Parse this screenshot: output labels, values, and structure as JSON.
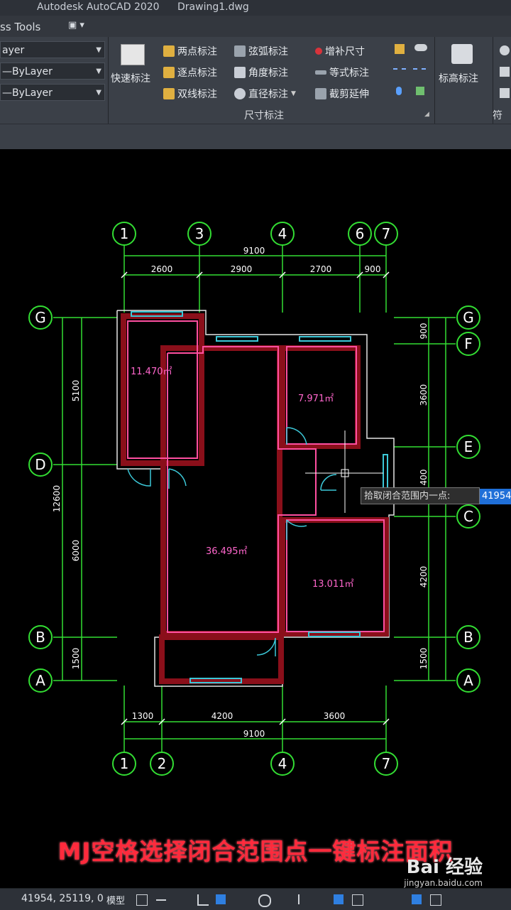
{
  "titlebar": {
    "app": "Autodesk AutoCAD 2020",
    "file": "Drawing1.dwg"
  },
  "tabbar": {
    "tab": "ss Tools",
    "workspace_icon": "workspace-switch-icon"
  },
  "layers": {
    "row1": "ayer",
    "row2": "—ByLayer",
    "row3": "—ByLayer"
  },
  "ribbon": {
    "quick_dim": "快速标注",
    "two_point": "两点标注",
    "arc_len": "弦弧标注",
    "add_dim": "增补尺寸",
    "point_by_point": "逐点标注",
    "angle": "角度标注",
    "equal": "等式标注",
    "dbl_line": "双线标注",
    "radius": "直径标注",
    "extend": "截剪延伸",
    "elev": "标高标注",
    "panel": "尺寸标注",
    "panel2": "符号"
  },
  "drawing": {
    "axes_top": [
      "1",
      "3",
      "4",
      "6",
      "7"
    ],
    "axes_bottom": [
      "1",
      "2",
      "4",
      "7"
    ],
    "axes_left": [
      "G",
      "D",
      "B",
      "A"
    ],
    "axes_right": [
      "G",
      "F",
      "E",
      "C",
      "B",
      "A"
    ],
    "top_total": "9100",
    "top_dims": [
      "2600",
      "2900",
      "2700",
      "900"
    ],
    "bottom_dims": [
      "1300",
      "4200",
      "3600"
    ],
    "bottom_total": "9100",
    "left_dims": [
      "5100",
      "6000",
      "1500"
    ],
    "left_total": "12600",
    "right_dims": [
      "900",
      "3600",
      "400",
      "4200",
      "1500"
    ],
    "rooms": [
      "11.470㎡",
      "7.971㎡",
      "36.495㎡",
      "13.011㎡"
    ]
  },
  "tooltip": {
    "prompt": "拾取闭合范围内一点:",
    "value": "41954"
  },
  "caption": "MJ空格选择闭合范围点一键标注面积",
  "watermark": {
    "brand": "Bai 经验",
    "url": "jingyan.baidu.com"
  },
  "statusbar": {
    "coords": "41954, 25119, 0",
    "mode": "模型"
  },
  "colors": {
    "axis": "#33dd33",
    "wall": "#ff2255",
    "text_room": "#ff66cc",
    "caption": "#ff2a3c"
  }
}
